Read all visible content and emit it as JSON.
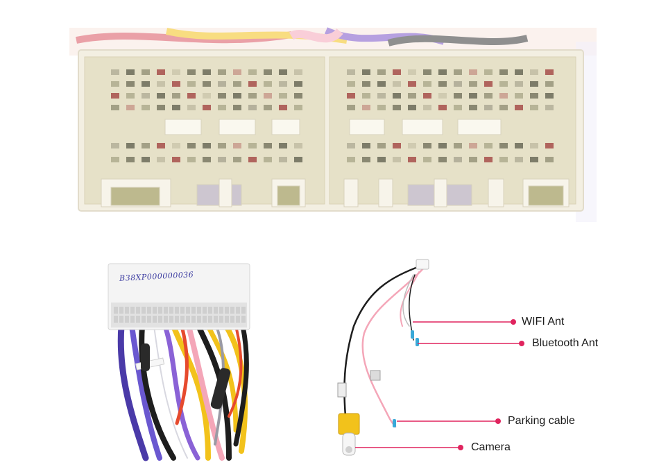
{
  "sticker": {
    "code": "B38XP000000036"
  },
  "callouts": [
    {
      "id": "wifi",
      "label": "WIFI Ant"
    },
    {
      "id": "bluetooth",
      "label": "Bluetooth Ant"
    },
    {
      "id": "parking",
      "label": "Parking cable"
    },
    {
      "id": "camera",
      "label": "Camera"
    }
  ],
  "colors": {
    "callout_line": "#e0245e",
    "connector_body": "#f3efe2",
    "connector_cavity": "#bdb98e",
    "wire_pink": "#f4a6b8",
    "wire_black": "#1e1e1e",
    "rca_yellow": "#f2c21b"
  }
}
